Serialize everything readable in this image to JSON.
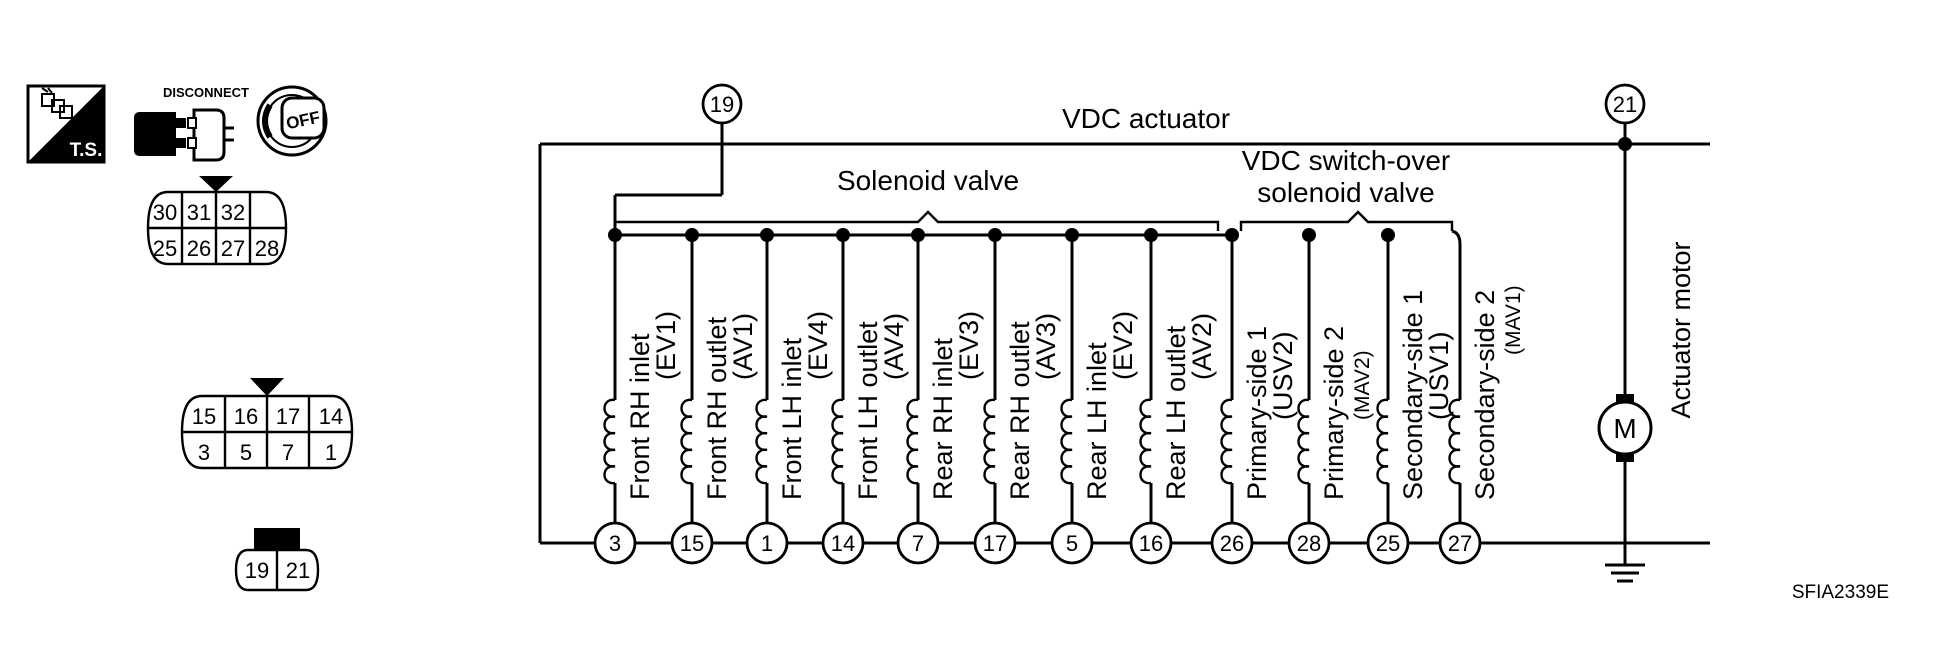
{
  "diagram": {
    "title": "VDC actuator",
    "solenoid_group_label": "Solenoid valve",
    "switch_over_label_line1": "VDC switch-over",
    "switch_over_label_line2": "solenoid valve",
    "motor_label": "Actuator motor",
    "motor_symbol": "M",
    "terminal_19": "19",
    "terminal_21": "21",
    "figure_code": "SFIA2339E"
  },
  "solenoids": [
    {
      "terminal": "3",
      "name": "Front RH inlet",
      "code": "(EV1)"
    },
    {
      "terminal": "15",
      "name": "Front RH outlet",
      "code": "(AV1)"
    },
    {
      "terminal": "1",
      "name": "Front LH inlet",
      "code": "(EV4)"
    },
    {
      "terminal": "14",
      "name": "Front LH outlet",
      "code": "(AV4)"
    },
    {
      "terminal": "7",
      "name": "Rear RH inlet",
      "code": "(EV3)"
    },
    {
      "terminal": "17",
      "name": "Rear RH outlet",
      "code": "(AV3)"
    },
    {
      "terminal": "5",
      "name": "Rear LH inlet",
      "code": "(EV2)"
    },
    {
      "terminal": "16",
      "name": "Rear LH outlet",
      "code": "(AV2)"
    },
    {
      "terminal": "26",
      "name": "Primary-side 1",
      "code": "(USV2)"
    },
    {
      "terminal": "28",
      "name": "Primary-side 2",
      "code": "(MAV2)"
    },
    {
      "terminal": "25",
      "name": "Secondary-side 1",
      "code": "(USV1)"
    },
    {
      "terminal": "27",
      "name": "Secondary-side 2",
      "code": "(MAV1)"
    }
  ],
  "icons": {
    "ts_label": "T.S.",
    "disconnect_label": "DISCONNECT",
    "off_label": "OFF"
  },
  "connectors": {
    "connector_a": {
      "top": [
        "30",
        "31",
        "32",
        ""
      ],
      "bottom": [
        "25",
        "26",
        "27",
        "28"
      ]
    },
    "connector_b": {
      "top": [
        "15",
        "16",
        "17",
        "14"
      ],
      "bottom": [
        "3",
        "5",
        "7",
        "1"
      ]
    },
    "connector_c": {
      "cells": [
        "19",
        "21"
      ]
    }
  }
}
